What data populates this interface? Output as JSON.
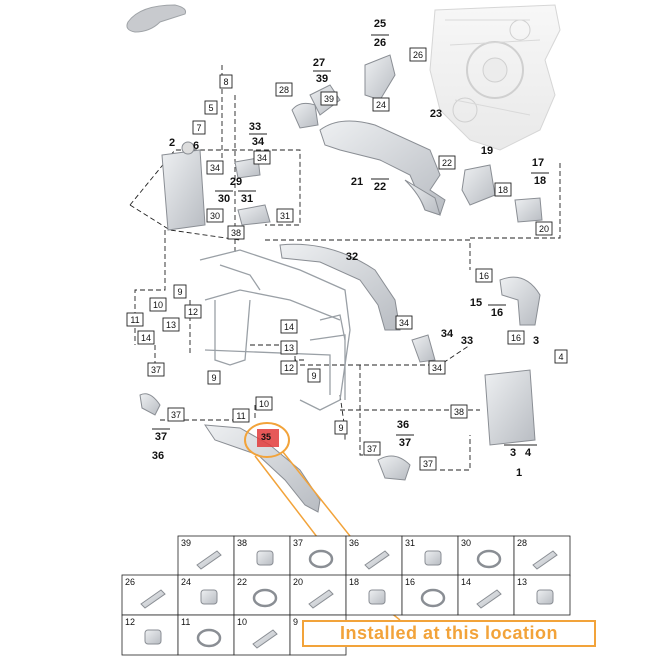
{
  "callouts": [
    {
      "id": "c8",
      "label": "8"
    },
    {
      "id": "c5",
      "label": "5"
    },
    {
      "id": "c7",
      "label": "7"
    },
    {
      "id": "c28",
      "label": "28"
    },
    {
      "id": "c39a",
      "label": "39"
    },
    {
      "id": "c26a",
      "label": "26"
    },
    {
      "id": "c24",
      "label": "24"
    },
    {
      "id": "c34a",
      "label": "34"
    },
    {
      "id": "c34b",
      "label": "34"
    },
    {
      "id": "c34c",
      "label": "34"
    },
    {
      "id": "c34d",
      "label": "34"
    },
    {
      "id": "c30a",
      "label": "30"
    },
    {
      "id": "c31a",
      "label": "31"
    },
    {
      "id": "c38a",
      "label": "38"
    },
    {
      "id": "c22a",
      "label": "22"
    },
    {
      "id": "c18a",
      "label": "18"
    },
    {
      "id": "c20",
      "label": "20"
    },
    {
      "id": "c16a",
      "label": "16"
    },
    {
      "id": "c16b",
      "label": "16"
    },
    {
      "id": "c9a",
      "label": "9"
    },
    {
      "id": "c10a",
      "label": "10"
    },
    {
      "id": "c12a",
      "label": "12"
    },
    {
      "id": "c11a",
      "label": "11"
    },
    {
      "id": "c13",
      "label": "13"
    },
    {
      "id": "c14a",
      "label": "14"
    },
    {
      "id": "c14b",
      "label": "14"
    },
    {
      "id": "c13b",
      "label": "13"
    },
    {
      "id": "c12b",
      "label": "12"
    },
    {
      "id": "c9b",
      "label": "9"
    },
    {
      "id": "c9c",
      "label": "9"
    },
    {
      "id": "c37a",
      "label": "37"
    },
    {
      "id": "c37b",
      "label": "37"
    },
    {
      "id": "c11b",
      "label": "11"
    },
    {
      "id": "c10b",
      "label": "10"
    },
    {
      "id": "c9d",
      "label": "9"
    },
    {
      "id": "c38b",
      "label": "38"
    },
    {
      "id": "c37c",
      "label": "37"
    },
    {
      "id": "c37d",
      "label": "37"
    },
    {
      "id": "c4",
      "label": "4"
    },
    {
      "id": "c35",
      "label": "35"
    }
  ],
  "bold_labels": [
    {
      "id": "b25",
      "label": "25"
    },
    {
      "id": "b26",
      "label": "26"
    },
    {
      "id": "b27",
      "label": "27"
    },
    {
      "id": "b39",
      "label": "39"
    },
    {
      "id": "b23",
      "label": "23"
    },
    {
      "id": "b2",
      "label": "2"
    },
    {
      "id": "b6",
      "label": "6"
    },
    {
      "id": "b33a",
      "label": "33"
    },
    {
      "id": "b34a",
      "label": "34"
    },
    {
      "id": "b29",
      "label": "29"
    },
    {
      "id": "b30",
      "label": "30"
    },
    {
      "id": "b31",
      "label": "31"
    },
    {
      "id": "b19",
      "label": "19"
    },
    {
      "id": "b17",
      "label": "17"
    },
    {
      "id": "b18",
      "label": "18"
    },
    {
      "id": "b21",
      "label": "21"
    },
    {
      "id": "b22",
      "label": "22"
    },
    {
      "id": "b32",
      "label": "32"
    },
    {
      "id": "b15",
      "label": "15"
    },
    {
      "id": "b16",
      "label": "16"
    },
    {
      "id": "b3a",
      "label": "3"
    },
    {
      "id": "b34b",
      "label": "34"
    },
    {
      "id": "b33b",
      "label": "33"
    },
    {
      "id": "b36a",
      "label": "36"
    },
    {
      "id": "b37a",
      "label": "37"
    },
    {
      "id": "b37b",
      "label": "37"
    },
    {
      "id": "b36b",
      "label": "36"
    },
    {
      "id": "b3b",
      "label": "3"
    },
    {
      "id": "b4",
      "label": "4"
    },
    {
      "id": "b1",
      "label": "1"
    }
  ],
  "parts_table": {
    "row1": [
      "39",
      "38",
      "37",
      "36",
      "31",
      "30",
      "28"
    ],
    "row2": [
      "26",
      "24",
      "22",
      "20",
      "18",
      "16",
      "14",
      "13"
    ],
    "row3": [
      "12",
      "11",
      "10",
      "9"
    ]
  },
  "annotation": {
    "text": "Installed at this location",
    "color": "#f2a33a"
  },
  "colors": {
    "line": "#222222",
    "part": "#cfd2d6",
    "part_stroke": "#8a8e94",
    "highlight": "#e23b3b"
  }
}
